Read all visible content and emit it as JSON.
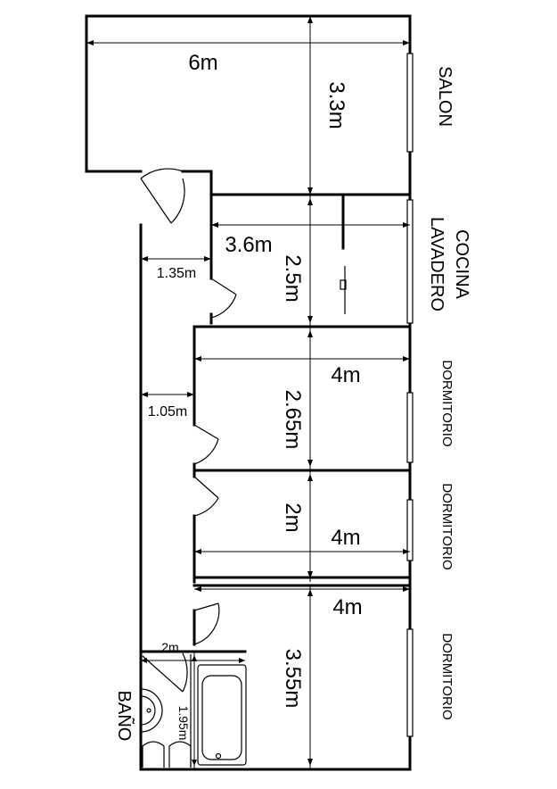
{
  "rooms": {
    "salon": "SALON",
    "cocina": "COCINA",
    "lavadero": "LAVADERO",
    "dormitorio_1": "DORMITORIO",
    "dormitorio_2": "DORMITORIO",
    "dormitorio_3": "DORMITORIO",
    "bano": "BAÑO"
  },
  "dimensions": {
    "salon_width": "6m",
    "salon_depth": "3.3m",
    "cocina_width": "3.6m",
    "cocina_depth": "2.5m",
    "hall_upper_width": "1.35m",
    "hall_lower_width": "1.05m",
    "dorm1_width": "4m",
    "dorm1_depth": "2.65m",
    "dorm2_width": "4m",
    "dorm2_depth": "2m",
    "dorm3_width": "4m",
    "dorm3_depth": "3.55m",
    "bano_width": "2m",
    "bano_depth": "1.95m"
  }
}
